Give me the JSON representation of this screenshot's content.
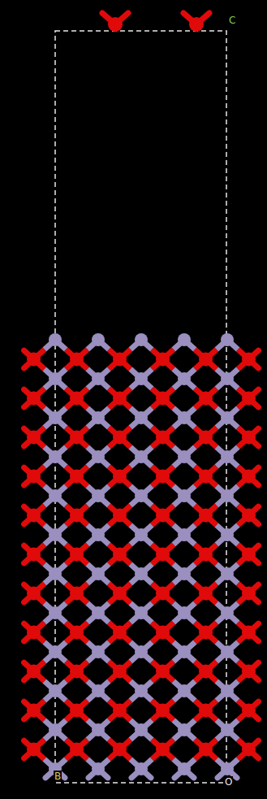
{
  "diagram": {
    "labels": [
      "C",
      "B",
      "O"
    ]
  }
}
